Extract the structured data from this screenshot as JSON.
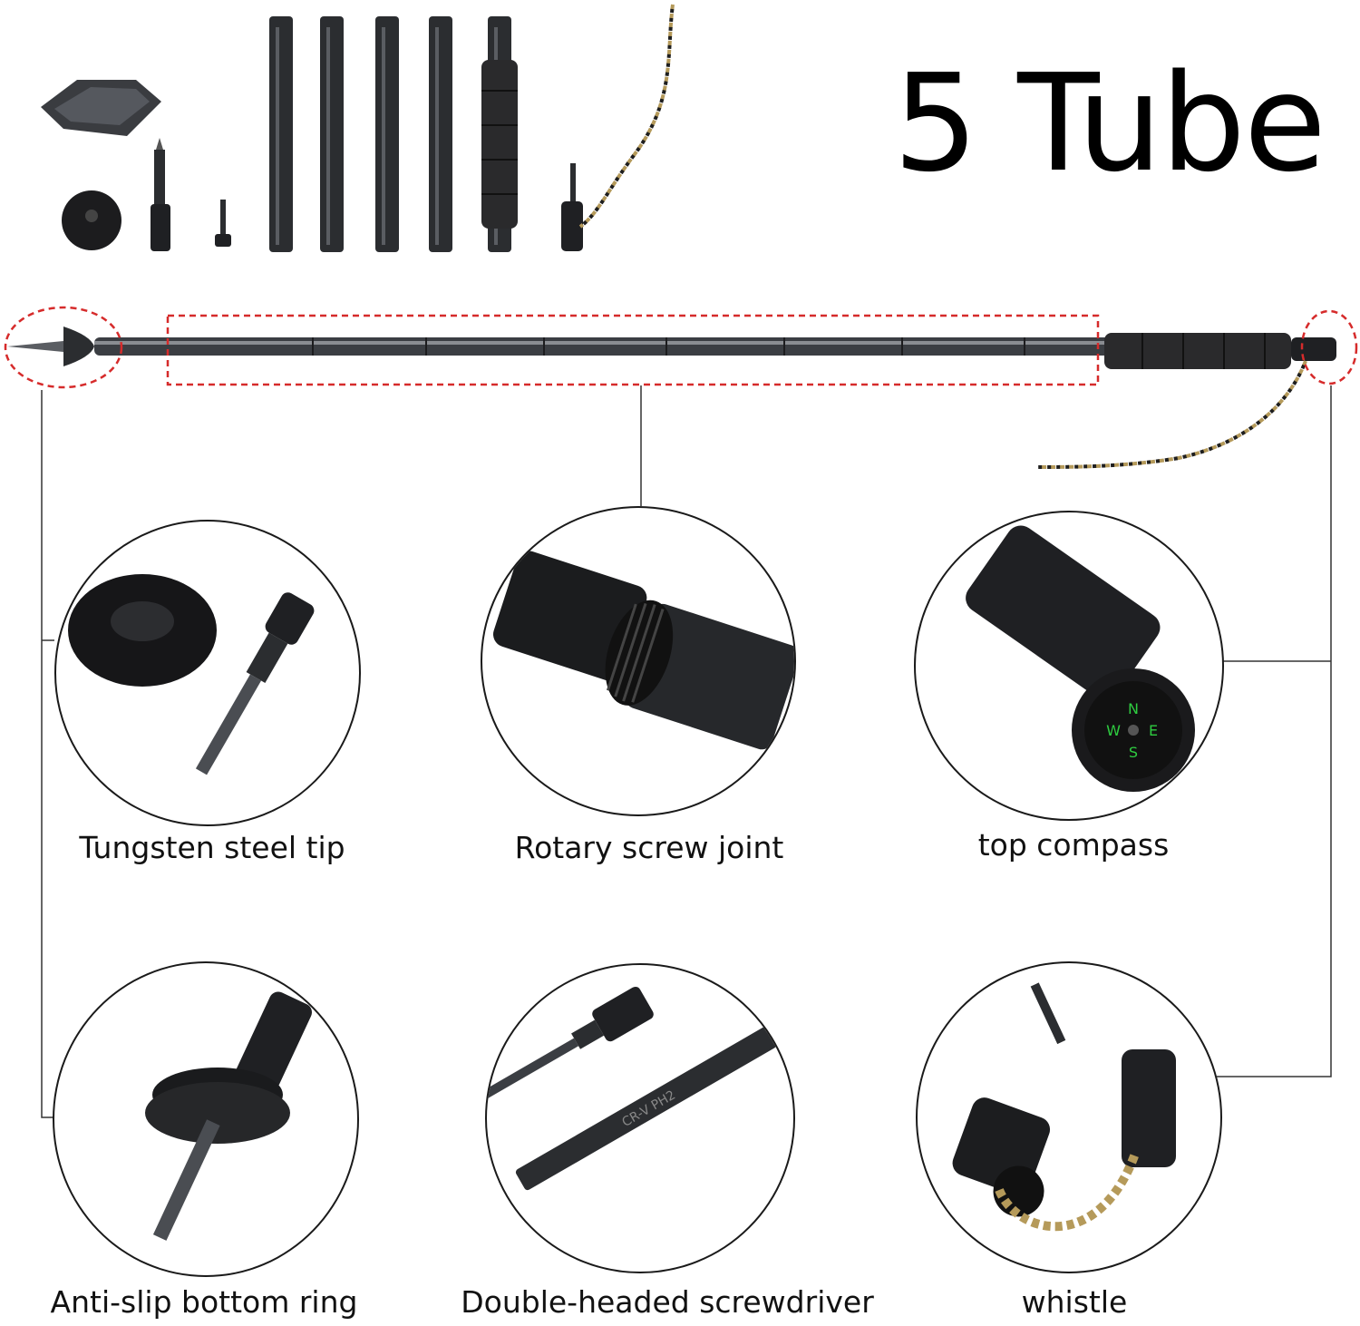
{
  "title": "5 Tube",
  "features": [
    {
      "label": "Tungsten steel tip"
    },
    {
      "label": "Rotary screw joint"
    },
    {
      "label": "top compass"
    },
    {
      "label": "Anti-slip bottom ring"
    },
    {
      "label": "Double-headed screwdriver"
    },
    {
      "label": "whistle"
    }
  ],
  "compass_letters": [
    "N",
    "E",
    "S",
    "W"
  ],
  "screwdriver_text": "CR-V PH2",
  "colors": {
    "metal": "#2b2d30",
    "metal_light": "#5a5d62",
    "callout": "#d62b2b",
    "rope_a": "#b59a5a",
    "rope_b": "#1e1e1e",
    "compass_green": "#2ecc40"
  }
}
